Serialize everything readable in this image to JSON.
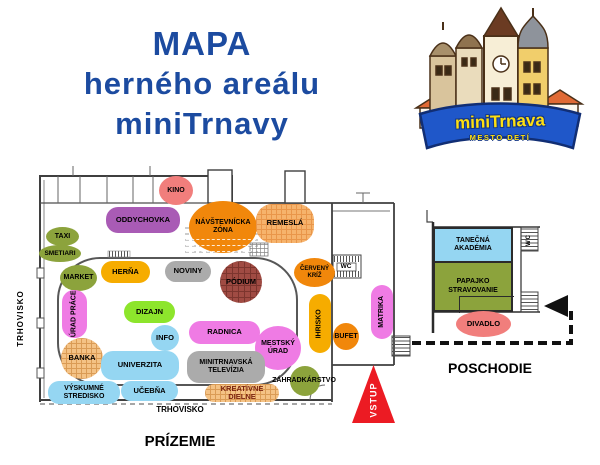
{
  "title": {
    "line1": "MAPA",
    "line2": "herného areálu",
    "line3": "miniTrnavy"
  },
  "logo": {
    "name": "miniTrnava",
    "tagline": "MESTO DETÍ"
  },
  "ground_floor": {
    "floor_label": "PRÍZEMIE",
    "side_label": "TRHOVISKO",
    "bottom_label": "TRHOVISKO",
    "wc_label": "WC",
    "entrance_label": "VSTUP",
    "zones": [
      {
        "id": "kino",
        "label": "KINO"
      },
      {
        "id": "oddychovka",
        "label": "ODDYCHOVKA"
      },
      {
        "id": "navstevnicka-zona",
        "label": "NÁVŠTEVNÍCKA ZÓNA"
      },
      {
        "id": "remesla",
        "label": "REMESLÁ"
      },
      {
        "id": "taxi",
        "label": "TAXI"
      },
      {
        "id": "smetiari",
        "label": "SMETIARI"
      },
      {
        "id": "market",
        "label": "MARKET"
      },
      {
        "id": "herna",
        "label": "HERŇA"
      },
      {
        "id": "noviny",
        "label": "NOVINY"
      },
      {
        "id": "podium",
        "label": "PÓDIUM"
      },
      {
        "id": "cerveny-kriz",
        "label": "ČERVENÝ KRÍŽ"
      },
      {
        "id": "urad-prace",
        "label": "ÚRAD PRÁCE"
      },
      {
        "id": "dizajn",
        "label": "DIZAJN"
      },
      {
        "id": "info",
        "label": "INFO"
      },
      {
        "id": "radnica",
        "label": "RADNICA"
      },
      {
        "id": "mestsky-urad",
        "label": "MESTSKÝ ÚRAD"
      },
      {
        "id": "ihrisko",
        "label": "IHRISKO"
      },
      {
        "id": "bufet",
        "label": "BUFET"
      },
      {
        "id": "matrika",
        "label": "MATRIKA"
      },
      {
        "id": "banka",
        "label": "BANKA"
      },
      {
        "id": "univerzita",
        "label": "UNIVERZITA"
      },
      {
        "id": "minitrnavska-televizia",
        "label": "MINITRNAVSKÁ TELEVÍZIA"
      },
      {
        "id": "zahradkarstvo",
        "label": "ZÁHRADKÁRSTVO"
      },
      {
        "id": "vyskumne-stredisko",
        "label": "VÝSKUMNÉ STREDISKO"
      },
      {
        "id": "ucebna",
        "label": "UČEBŇA"
      },
      {
        "id": "kreativne-dielne",
        "label": "KREATÍVNE DIELNE"
      }
    ]
  },
  "upper_floor": {
    "floor_label": "POSCHODIE",
    "wc_label": "WC",
    "zones": [
      {
        "id": "tanecna-akademia",
        "label": "TANEČNÁ AKADÉMIA"
      },
      {
        "id": "papajko-stravovanie",
        "label": "PAPAJKO STRAVOVANIE"
      },
      {
        "id": "divadlo",
        "label": "DIVADLO"
      }
    ]
  },
  "palette": {
    "title_blue": "#1C4BA0",
    "banner_blue": "#1F57C9",
    "banner_text_yellow": "#FFE010",
    "zone_olive": "#8CA33C",
    "zone_orange": "#F1870B",
    "zone_amber": "#F6AC00",
    "zone_purple": "#A95BB5",
    "zone_salmon": "#F17E7C",
    "zone_gray": "#ABABAB",
    "zone_pink": "#EF7BE4",
    "zone_chartreuse": "#8DE52C",
    "zone_sky": "#95D6F2",
    "zone_tan": "#F4C285",
    "zone_brick": "#A04B43",
    "entrance_red": "#EC1B23",
    "plan_line": "#3F3F3F"
  }
}
